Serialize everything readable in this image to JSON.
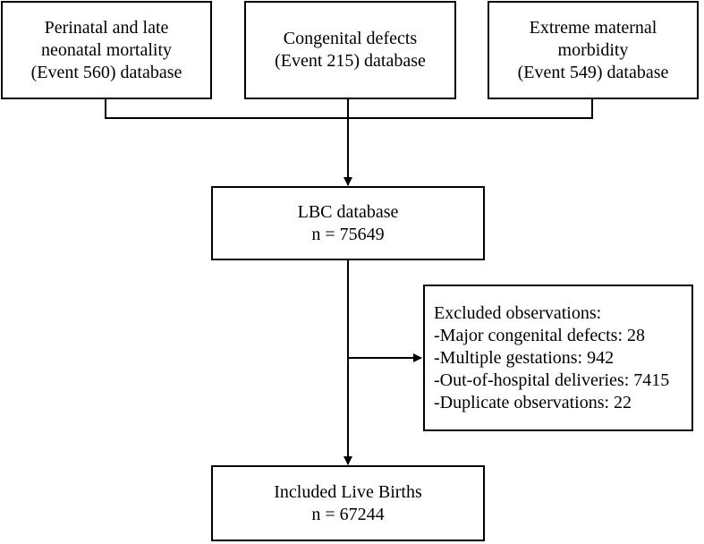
{
  "sources": [
    {
      "lines": [
        "Perinatal and late",
        "neonatal mortality",
        "(Event 560) database"
      ]
    },
    {
      "lines": [
        "Congenital defects",
        "(Event 215) database"
      ]
    },
    {
      "lines": [
        "Extreme maternal",
        "morbidity",
        "(Event 549) database"
      ]
    }
  ],
  "lbc": {
    "title": "LBC database",
    "count": "n = 75649"
  },
  "excluded": {
    "title": "Excluded observations:",
    "items": [
      "-Major congenital defects: 28",
      "-Multiple gestations: 942",
      "-Out-of-hospital deliveries: 7415",
      "-Duplicate observations: 22"
    ]
  },
  "included": {
    "title": "Included Live Births",
    "count": "n = 67244"
  }
}
